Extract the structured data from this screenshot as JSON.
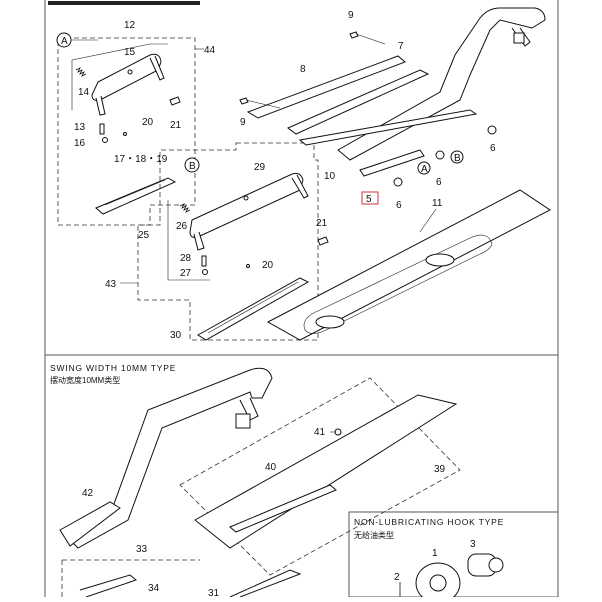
{
  "sections": {
    "swing_width_header": "SWING WIDTH 10MM TYPE",
    "swing_width_header_cn": "摆动宽度10MM类型",
    "non_lub_header": "NON-LUBRICATING HOOK TYPE",
    "non_lub_header_cn": "无给油类型"
  },
  "callouts": {
    "c12": "12",
    "c15": "15",
    "c44": "44",
    "c14": "14",
    "c21a": "21",
    "c13": "13",
    "c20a": "20",
    "c16": "16",
    "c17_19": "17・18・19",
    "c29": "29",
    "c25": "25",
    "c26": "26",
    "c21b": "21",
    "c28": "28",
    "c27": "27",
    "c20b": "20",
    "c43": "43",
    "c30": "30",
    "c9a": "9",
    "c9b": "9",
    "c8": "8",
    "c7": "7",
    "c10": "10",
    "c5": "5",
    "c6a": "6",
    "c6b": "6",
    "c6c": "6",
    "c11": "11",
    "c41": "41",
    "c40": "40",
    "c39": "39",
    "c42": "42",
    "c33": "33",
    "c34": "34",
    "c31": "31",
    "c2": "2",
    "c1": "1",
    "c3": "3",
    "circA1": "A",
    "circA2": "A",
    "circB1": "B",
    "circB2": "B"
  }
}
